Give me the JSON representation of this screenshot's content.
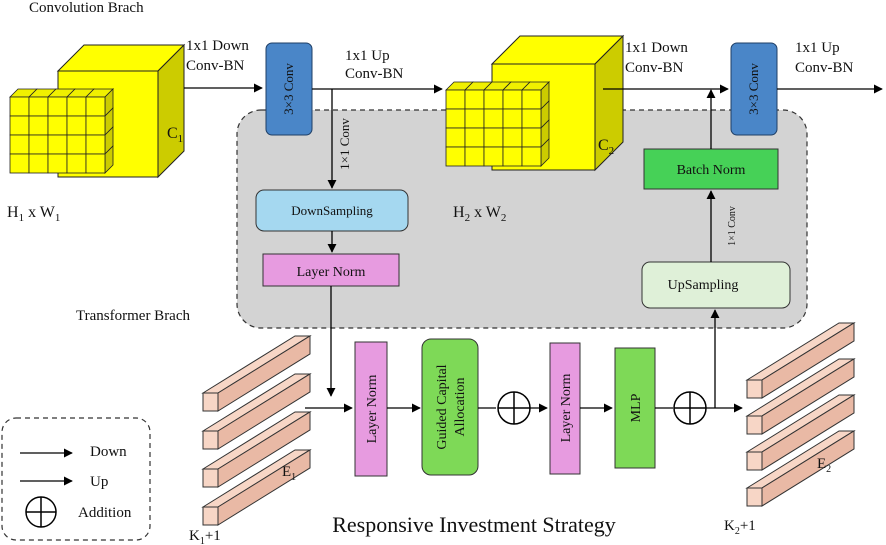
{
  "labels": {
    "conv_branch": "Convolution Brach",
    "transformer_branch": "Transformer Brach",
    "title": "Responsive Investment Strategy",
    "down1_line1": "1x1 Down",
    "down1_line2": "Conv-BN",
    "up1_line1": "1x1 Up",
    "up1_line2": "Conv-BN",
    "down2_line1": "1x1 Down",
    "down2_line2": "Conv-BN",
    "up2_line1": "1x1 Up",
    "up2_line2": "Conv-BN",
    "conv1x1_vertical": "1×1 Conv",
    "conv1x1_small": "1×1 Conv",
    "c1": "C",
    "c1_sub": "1",
    "c2": "C",
    "c2_sub": "2",
    "hw1_a": "H",
    "hw1_a_sub": "1",
    "hw1_b": " x W",
    "hw1_b_sub": "1",
    "hw2_a": "H",
    "hw2_a_sub": "2",
    "hw2_b": " x W",
    "hw2_b_sub": "2",
    "e1": "E",
    "e1_sub": "1",
    "e2": "E",
    "e2_sub": "2",
    "k1": "K",
    "k1_sub": "1",
    "k1_tail": "+1",
    "k2": "K",
    "k2_sub": "2",
    "k2_tail": "+1"
  },
  "blocks": {
    "conv3x3_left": "3×3 Conv",
    "conv3x3_right": "3×3 Conv",
    "downsampling": "DownSampling",
    "layer_norm_top": "Layer Norm",
    "batch_norm": "Batch Norm",
    "upsampling": "UpSampling",
    "layer_norm_1": "Layer Norm",
    "guided_line1": "Guided Capital",
    "guided_line2": "Allocation",
    "layer_norm_2": "Layer Norm",
    "mlp": "MLP"
  },
  "legend": {
    "down": "Down",
    "up": "Up",
    "addition": "Addition"
  },
  "colors": {
    "cube_yellow": "#ffff00",
    "cube_side": "#cccc00",
    "conv_blue": "#4a86c8",
    "downsampling": "#a5d8f0",
    "layer_norm": "#e79be0",
    "batch_norm": "#46d157",
    "upsampling": "#dff0d8",
    "guided": "#7ed957",
    "mlp": "#7ed957",
    "token_face": "#f7d6c6",
    "panel_grey": "#d3d3d3"
  }
}
